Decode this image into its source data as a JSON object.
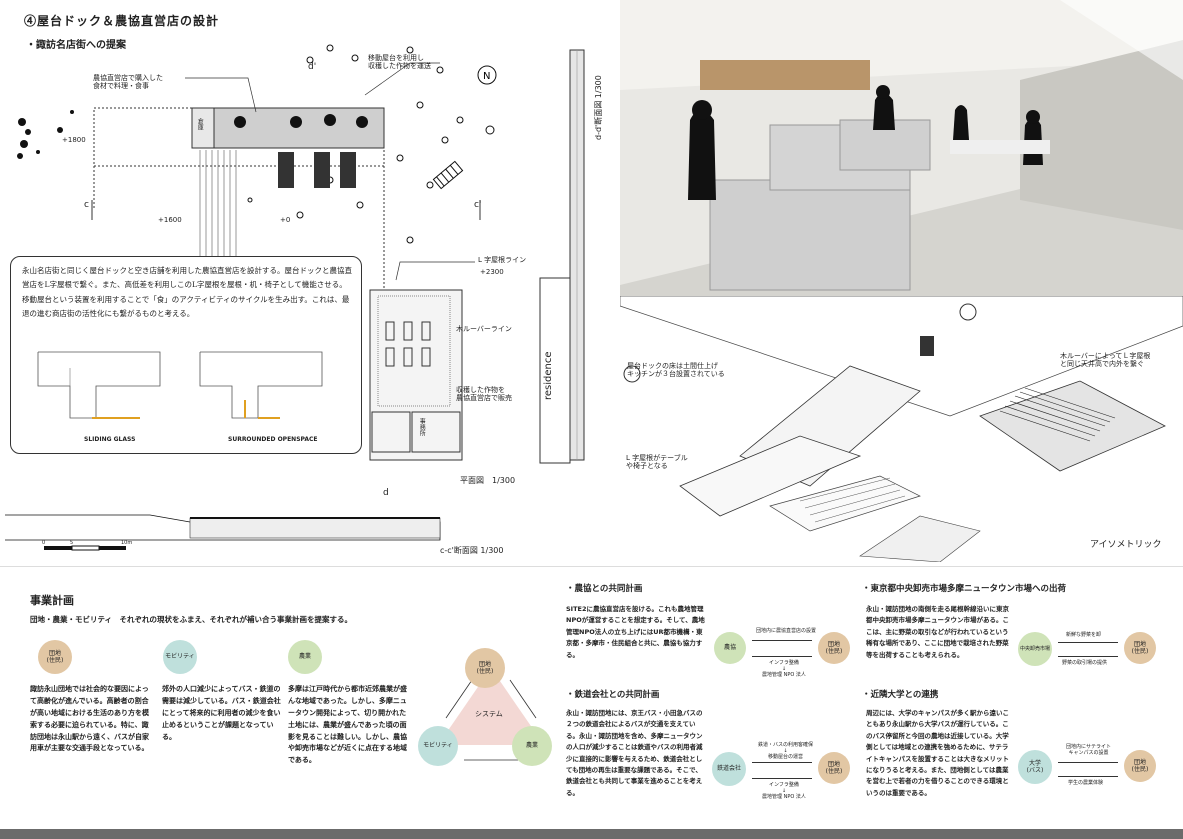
{
  "header": {
    "title": "④屋台ドック＆農協直営店の設計",
    "subtitle": "・諏訪名店街への提案"
  },
  "plan": {
    "label_kitchen_note": "農協直営店で購入した\n食材で料理・食事",
    "label_mobile": "移動屋台を利用し\n収穫した作物を運送",
    "label_roof_line": "L 字屋根ライン",
    "label_level_2300": "+2300",
    "label_level_1800": "+1800",
    "label_level_1600": "+1600",
    "label_level_0": "+0",
    "label_louver": "木ルーバーライン",
    "label_harvest": "収穫した作物を\n農協直営店で販売",
    "label_residence": "residence",
    "label_office": "事務所",
    "label_warehouse": "倉庫",
    "label_c": "c",
    "label_c_prime": "c'",
    "label_d": "d",
    "label_d_prime": "d'",
    "label_dd_section": "d-d'断面図 1/300",
    "label_plan_scale": "平面図　1/300",
    "label_cc_section": "c-c'断面図 1/300",
    "scale_marks": [
      "0",
      "5",
      "10m"
    ]
  },
  "overlay": {
    "text": "永山名店街と同じく屋台ドックと空き店舗を利用した農協直営店を設計する。屋台ドックと農協直営店をL字屋根で繋ぐ。また、高低差を利用しこのL字屋根を屋根・机・椅子として機能させる。移動屋台という装置を利用することで「食」のアクティビティのサイクルを生み出す。これは、最退の進む商店街の活性化にも繋がるものと考える。",
    "label_sliding": "SLIDING GLASS",
    "label_surrounded": "SURROUNDED OPENSPACE"
  },
  "iso": {
    "label_floor": "屋台ドックの床は土間仕上げ\nキッチンが３台設置されている",
    "label_louver": "木ルーバーによってＬ字屋根\nと同じ天井高で内外を繋ぐ",
    "label_table": "L 字屋根がテーブル\nや椅子となる",
    "label_iso": "アイソメトリック"
  },
  "business": {
    "title": "事業計画",
    "lead": "団地・農業・モビリティ　それぞれの現状をふまえ、それぞれが補い合う事業計画を提案する。",
    "circles": [
      {
        "label": "団地\n(住民)",
        "color": "#e2c7a4"
      },
      {
        "label": "モビリティ",
        "color": "#bfe0dc"
      },
      {
        "label": "農業",
        "color": "#cfe3b8"
      }
    ],
    "col1": "諏訪永山団地では社会的な要因によって高齢化が進んでいる。高齢者の割合が高い地域における生活のあり方を模索する必要に迫られている。特に、諏訪団地は永山駅から遠く、バスが自家用車が主要な交通手段となっている。",
    "col2": "郊外の人口減少によってバス・鉄道の需要は減少している。バス・鉄道会社にとって将来的に利用者の減少を食い止めるということが課題となっている。",
    "col3": "多摩は江戸時代から都市近郊農業が盛んな地域であった。しかし、多摩ニュータウン開発によって、切り開かれた土地には、農業が盛んであった頃の面影を見ることは難しい。しかし、農協や卸売市場などが近くに点在する地域である。",
    "diagram_top": "団地\n(住民)",
    "diagram_center": "システム",
    "diagram_left": "モビリティ",
    "diagram_right": "農業"
  },
  "nokyo": {
    "title": "・農協との共同計画",
    "text": "SITE2に農協直営店を設ける。これも農地管理NPOが運営することを想定する。そして、農地管理NPO法人の立ち上げにはUR都市機構・東京都・多摩市・住民組合と共に、農協も協力する。",
    "left": "農協",
    "right": "団地\n(住民)",
    "top_label": "団地内に農協直営店の設置",
    "bottom_label": "インフラ整備\n↓\n農地管理 NPO 法人"
  },
  "rail": {
    "title": "・鉄道会社との共同計画",
    "text": "永山・諏訪団地には、京王バス・小田急バスの２つの鉄道会社によるバスが交通を支えている。永山・諏訪団地を含め、多摩ニュータウンの人口が減少することは鉄道やバスの利用者減少に直接的に影響を与えるため、鉄道会社としても団地の再生は重要な課題である。そこで、鉄道会社とも共同して事業を進めることを考える。",
    "left": "鉄道会社",
    "right": "団地\n(住民)",
    "top_label": "鉄道・バスの利用客確保\n↓\n移動屋台の運営",
    "bottom_label": "インフラ整備\n↓\n農地管理 NPO 法人"
  },
  "market": {
    "title": "・東京都中央卸売市場多摩ニュータウン市場への出荷",
    "text": "永山・諏訪団地の南側を走る尾根幹線沿いに東京都中央卸売市場多摩ニュータウン市場がある。ここは、主に野菜の取引などが行われているという稀有な場所であり、ここに団地で栽培された野菜等を出荷することも考えられる。",
    "left": "中央卸売市場",
    "right": "団地\n(住民)",
    "top_label": "新鮮な野菜を卸",
    "bottom_label": "野菜の取引場の提供"
  },
  "univ": {
    "title": "・近隣大学との連携",
    "text": "周辺には、大学のキャンパスが多く駅から遠いこともあり永山駅から大学バスが運行している。このバス停留所と今回の農地は近接している。大学側としては地域との連携を強めるために、サテライトキャンパスを設置することは大きなメリットになりうると考える。また、団地側としては農業を営む上で若者の力を借りることのできる環境というのは重要である。",
    "left": "大学\n(バス)",
    "right": "団地\n(住民)",
    "top_label": "団地内にサテライト\nキャンパスの設置",
    "bottom_label": "学生の農業体験"
  }
}
